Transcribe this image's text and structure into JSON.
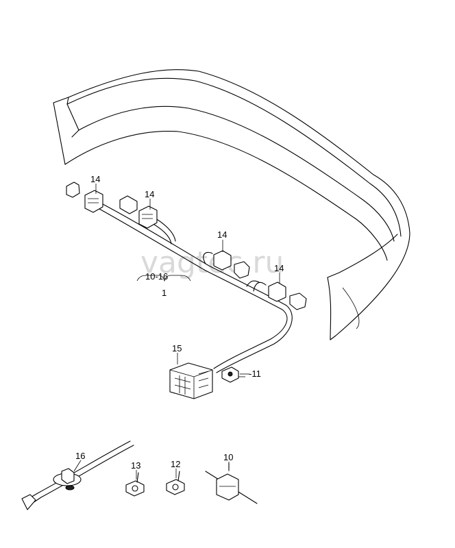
{
  "watermark": "vagtec.ru",
  "labels": {
    "connector_a": "14",
    "connector_b": "14",
    "connector_c": "14",
    "connector_d": "14",
    "range": "10-16",
    "harness": "1",
    "relay_block": "15",
    "clip": "-11",
    "cable_tie": "16",
    "bolt_13": "13",
    "bolt_12": "12",
    "holder_10": "10"
  }
}
